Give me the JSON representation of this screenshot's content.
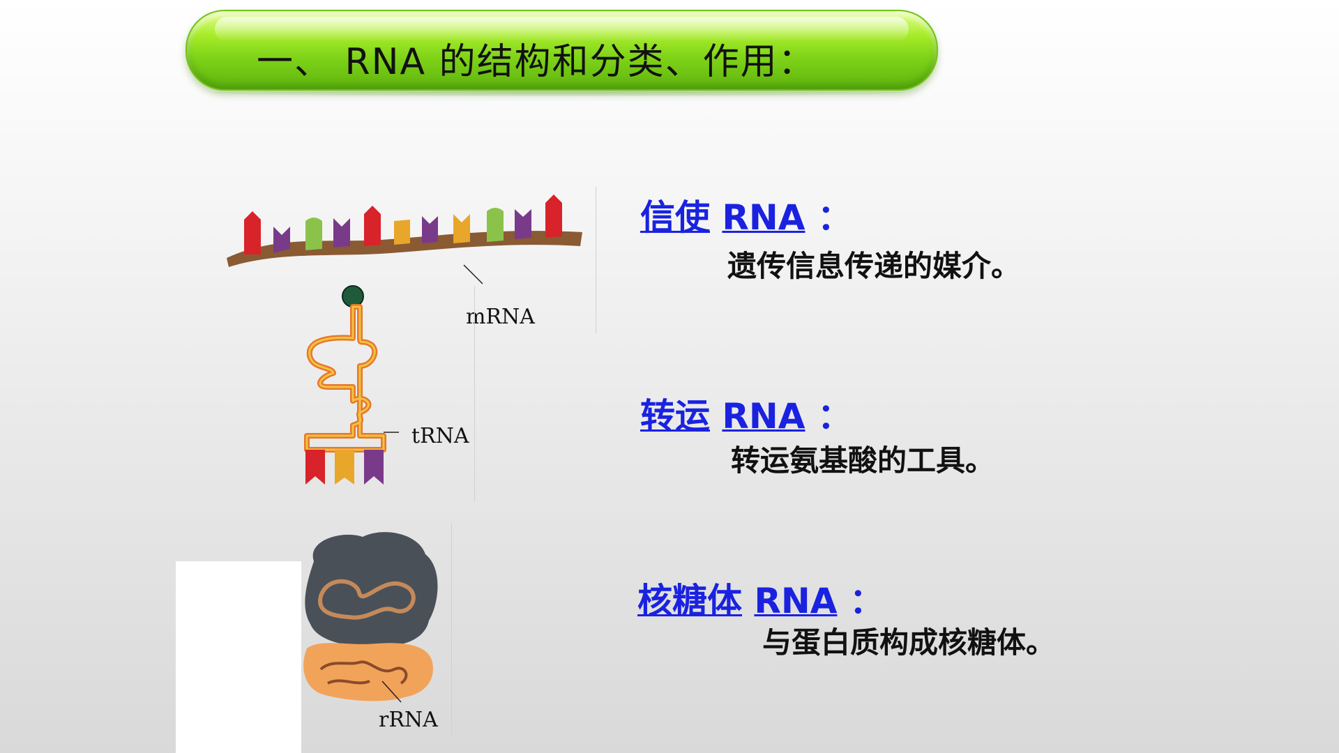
{
  "title": "一、 RNA 的结构和分类、作用：",
  "items": [
    {
      "name": "信使",
      "abbr": "RNA",
      "colon": "：",
      "desc": "遗传信息传递的媒介。",
      "figure_label": "mRNA"
    },
    {
      "name": "转运",
      "abbr": "RNA",
      "colon": "：",
      "desc": "转运氨基酸的工具。",
      "figure_label": "tRNA"
    },
    {
      "name": "核糖体",
      "abbr": "RNA",
      "colon": "：",
      "desc": "与蛋白质构成核糖体。",
      "figure_label": "rRNA"
    }
  ],
  "colors": {
    "title_green": "#7ed318",
    "heading_blue": "#1a22e0"
  }
}
